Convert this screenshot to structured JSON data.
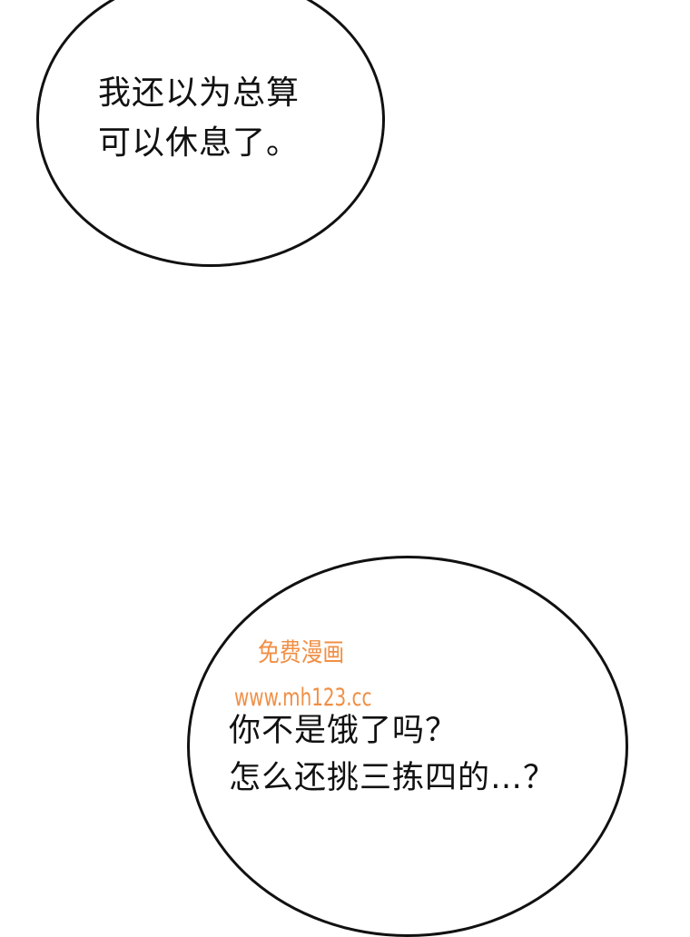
{
  "bubble_top": {
    "lines": [
      "我还以为总算",
      "可以休息了。"
    ]
  },
  "bubble_bottom": {
    "lines": [
      "你不是饿了吗？",
      "怎么还挑三拣四的…？"
    ]
  },
  "watermark": {
    "line1": "免费漫画",
    "line2": "www.mh123.cc",
    "color": "#f08a3c"
  },
  "colors": {
    "background": "#ffffff",
    "outline": "#111111",
    "text": "#111111"
  }
}
